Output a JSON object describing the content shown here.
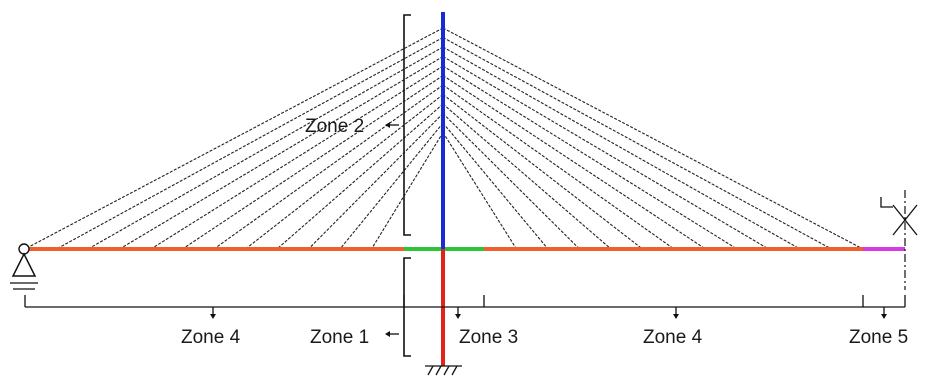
{
  "zones": {
    "zone1": "Zone 1",
    "zone2": "Zone 2",
    "zone3": "Zone 3",
    "zone4_left": "Zone 4",
    "zone4_right": "Zone 4",
    "zone5": "Zone 5"
  },
  "colors": {
    "pylon_upper": "#1a2bd6",
    "pylon_lower": "#e0241b",
    "deck_main": "#f0602a",
    "deck_center": "#2ec43a",
    "deck_end": "#d43be0",
    "cable": "#222222",
    "bracket": "#111111"
  },
  "icons": {
    "left_support": "pinned-support-icon",
    "right_support": "sliding-support-icon",
    "pylon_base": "fixed-ground-icon"
  }
}
